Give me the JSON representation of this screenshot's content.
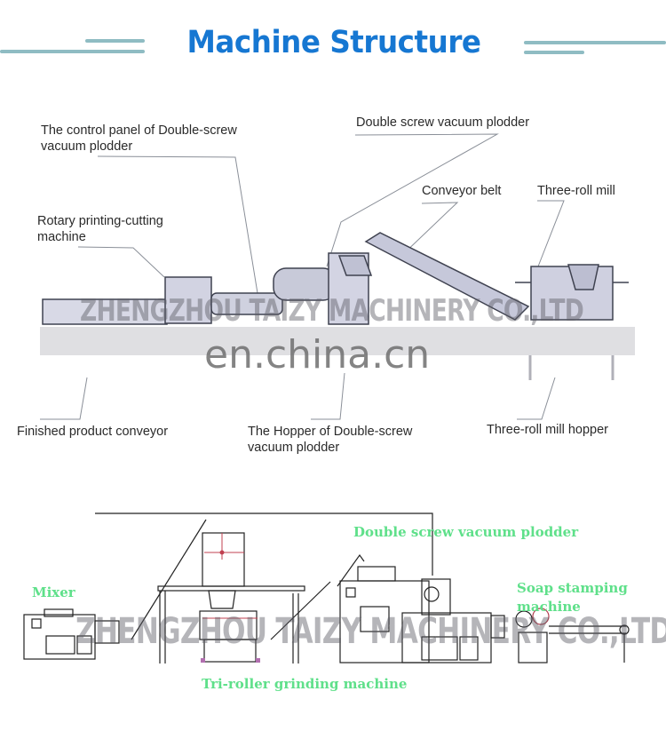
{
  "header": {
    "title": "Machine Structure",
    "accent_color": "#1677d2",
    "line_color": "#8fbcc3"
  },
  "rendering_diagram": {
    "labels": {
      "control_panel": "The control panel of Double-screw\nvacuum plodder",
      "double_screw": "Double screw vacuum plodder",
      "rotary": "Rotary printing-cutting\nmachine",
      "conveyor_belt": "Conveyor belt",
      "three_roll_mill": "Three-roll mill",
      "finished_conveyor": "Finished product conveyor",
      "hopper_plodder": "The Hopper of Double-screw\nvacuum plodder",
      "three_roll_hopper": "Three-roll mill hopper"
    },
    "watermark_company": "ZHENGZHOU TAIZY MACHINERY CO.,LTD",
    "watermark_site": "en.china.cn"
  },
  "line_drawing": {
    "labels": {
      "double_screw": "Double screw vacuum plodder",
      "mixer": "Mixer",
      "soap_stamping_1": "Soap stamping",
      "soap_stamping_2": "machine",
      "tri_roller": "Tri-roller grinding machine"
    },
    "label_color": "#5fe08a",
    "watermark_company": "ZHENGZHOU TAIZY MACHINERY CO.,LTD"
  }
}
